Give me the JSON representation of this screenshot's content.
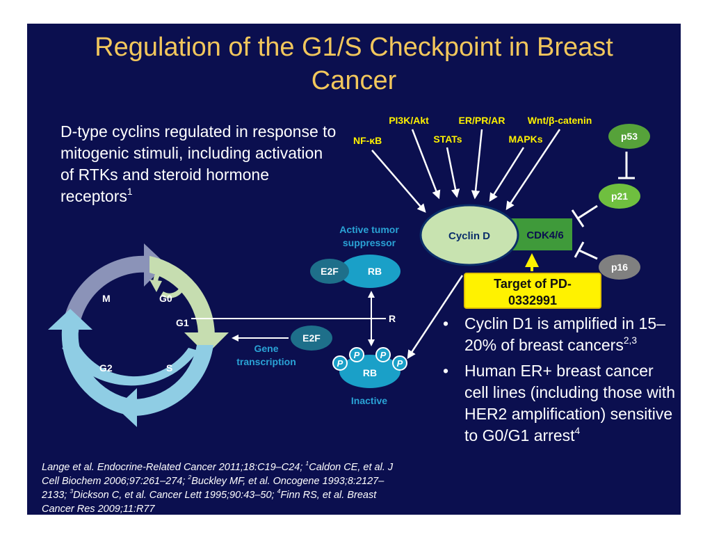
{
  "slide": {
    "title_line1": "Regulation of the G1/S Checkpoint in Breast",
    "title_line2": "Cancer",
    "intro": {
      "text": "D-type cyclins regulated in response to mitogenic stimuli, including activation of RTKs and steroid hormone receptors",
      "sup": "1"
    },
    "signals": [
      "NF-κB",
      "PI3K/Akt",
      "STATs",
      "ER/PR/AR",
      "MAPKs",
      "Wnt/β-catenin"
    ],
    "cyclin": "Cyclin D",
    "cdk": "CDK4/6",
    "inhibitors": {
      "p53": "p53",
      "p21": "p21",
      "p16": "p16"
    },
    "target": {
      "line1": "Target of PD-",
      "line2": "0332991"
    },
    "rb_active": {
      "label_line1": "Active tumor",
      "label_line2": "suppressor",
      "e2f": "E2F",
      "rb": "RB"
    },
    "rb_inactive": {
      "label": "Inactive",
      "rb": "RB",
      "phospho": "P"
    },
    "e2f_free": "E2F",
    "gene_transcription": {
      "line1": "Gene",
      "line2": "transcription"
    },
    "restriction_point": "R",
    "cycle": {
      "m": "M",
      "g0": "G0",
      "g1": "G1",
      "g2": "G2",
      "s": "S"
    },
    "bullets": [
      {
        "text": "Cyclin D1 is amplified in 15–20% of breast cancers",
        "sup": "2,3"
      },
      {
        "text": "Human ER+ breast cancer cell lines (including those with HER2 amplification) sensitive to G0/G1 arrest",
        "sup": "4"
      }
    ],
    "bullet_char": "•",
    "references": [
      {
        "pre": "Lange et al. Endocrine-Related Cancer 2011;18:C19–C24; ",
        "sup": "1",
        "post": "Caldon CE, et al. J Cell Biochem 2006;97:261–274; "
      },
      {
        "sup": "2",
        "post": "Buckley MF, et al. Oncogene 1993;8:2127–2133; "
      },
      {
        "sup": "3",
        "post": "Dickson C, et al. Cancer Lett 1995;90:43–50; "
      },
      {
        "sup": "4",
        "post": "Finn RS, et al. Breast Cancer Res 2009;11:R77"
      }
    ],
    "colors": {
      "background": "#0b0f4f",
      "title": "#f2c75c",
      "cyclin_fill": "#c8e3b0",
      "cdk_fill": "#3f9a3a",
      "p53_fill": "#56a23a",
      "p21_fill": "#6fbf3f",
      "p16_fill": "#808080",
      "rb_fill": "#1aa0c8",
      "e2f_fill": "#1e6f8a",
      "target_fill": "#fff200",
      "signal_label": "#fff200",
      "rb_label": "#2aa3d6"
    }
  }
}
